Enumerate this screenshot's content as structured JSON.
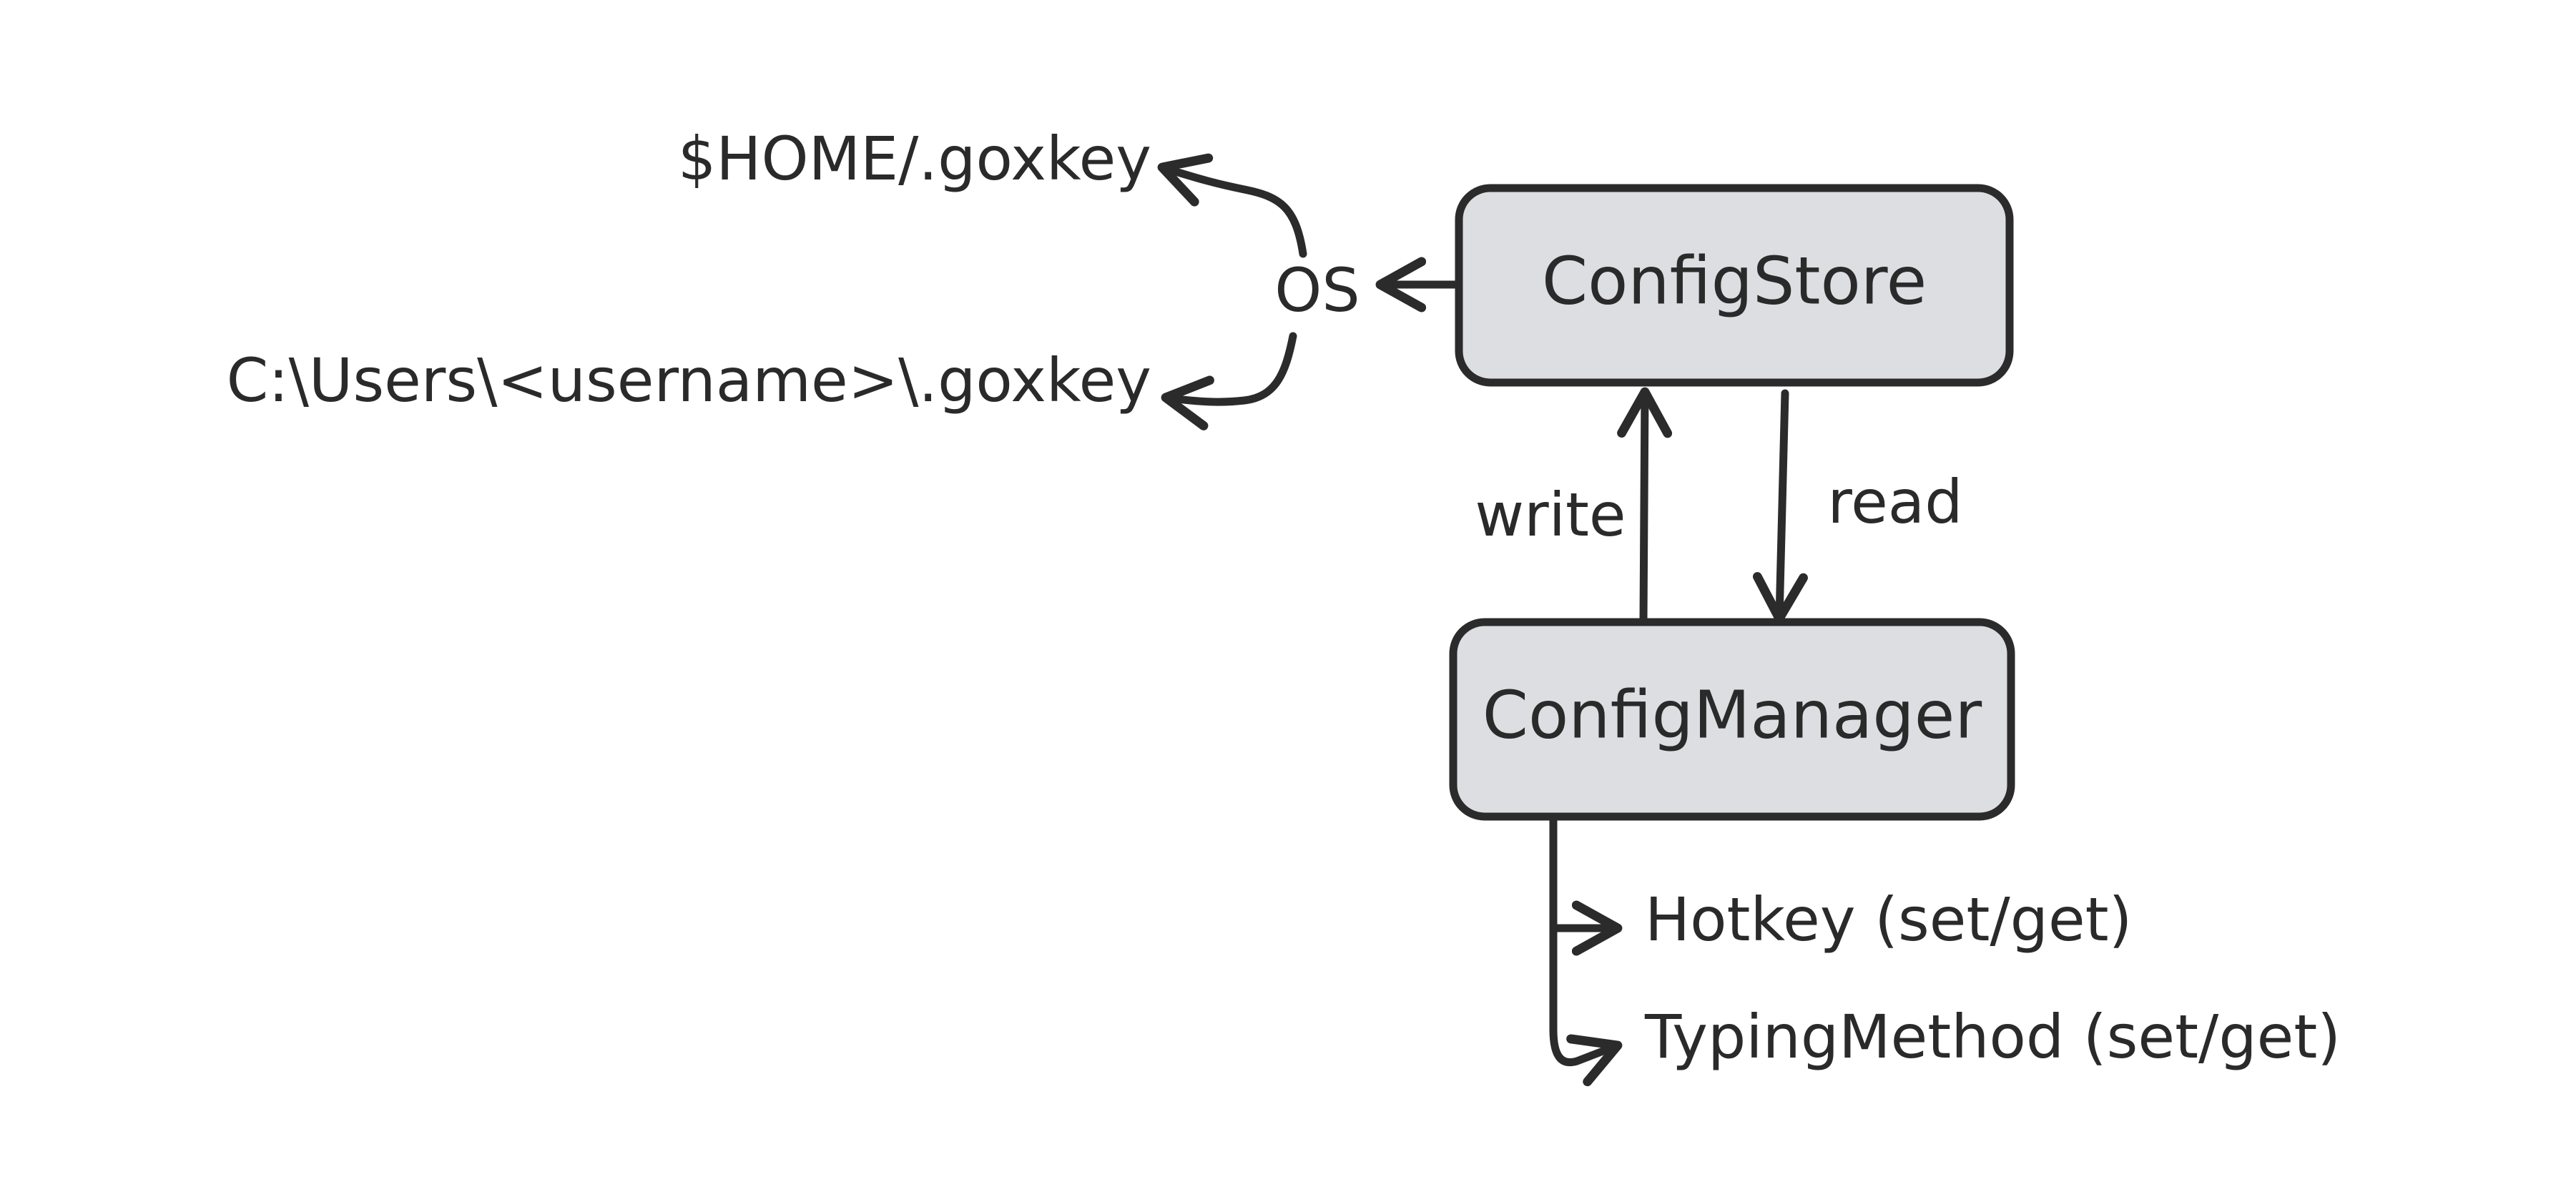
{
  "diagram": {
    "nodes": {
      "config_store": {
        "label": "ConfigStore"
      },
      "config_manager": {
        "label": "ConfigManager"
      },
      "os": {
        "label": "OS"
      },
      "home_path": {
        "label": "$HOME/.goxkey"
      },
      "windows_path": {
        "label": "C:\\Users\\<username>\\.goxkey"
      },
      "hotkey": {
        "label": "Hotkey (set/get)"
      },
      "typing_method": {
        "label": "TypingMethod (set/get)"
      }
    },
    "edges": {
      "write": {
        "label": "write",
        "from": "ConfigManager",
        "to": "ConfigStore"
      },
      "read": {
        "label": "read",
        "from": "ConfigStore",
        "to": "ConfigManager"
      },
      "store_to_os": {
        "from": "ConfigStore",
        "to": "OS"
      },
      "os_to_home": {
        "from": "OS",
        "to": "$HOME/.goxkey"
      },
      "os_to_windows": {
        "from": "OS",
        "to": "C:\\Users\\<username>\\.goxkey"
      },
      "manager_to_hotkey": {
        "from": "ConfigManager",
        "to": "Hotkey (set/get)"
      },
      "manager_to_typing": {
        "from": "ConfigManager",
        "to": "TypingMethod (set/get)"
      }
    },
    "colors": {
      "stroke": "#2b2b2b",
      "box_fill": "#dcdee2",
      "text": "#2a2a2a",
      "background": "#ffffff"
    }
  }
}
